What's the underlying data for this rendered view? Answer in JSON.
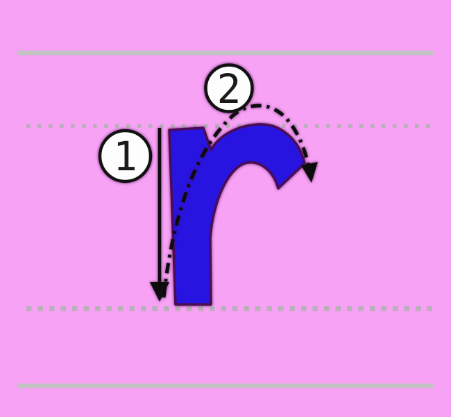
{
  "worksheet": {
    "letter": "r",
    "letter_description": "lowercase letter r stroke-order practice guide",
    "badges": [
      {
        "label": "1"
      },
      {
        "label": "2"
      }
    ],
    "colors": {
      "background": "#F7A2F4",
      "letter": "#2814E0",
      "letter_outline": "#4A0C55",
      "solid_guide_line": "#C3C3C3",
      "dotted_guide_line": "#B6B0B8",
      "stroke_arrow": "#0C0C0C",
      "badge_fill": "#FDFDFE",
      "badge_border": "#111111",
      "badge_text": "#1A1A1A"
    }
  }
}
